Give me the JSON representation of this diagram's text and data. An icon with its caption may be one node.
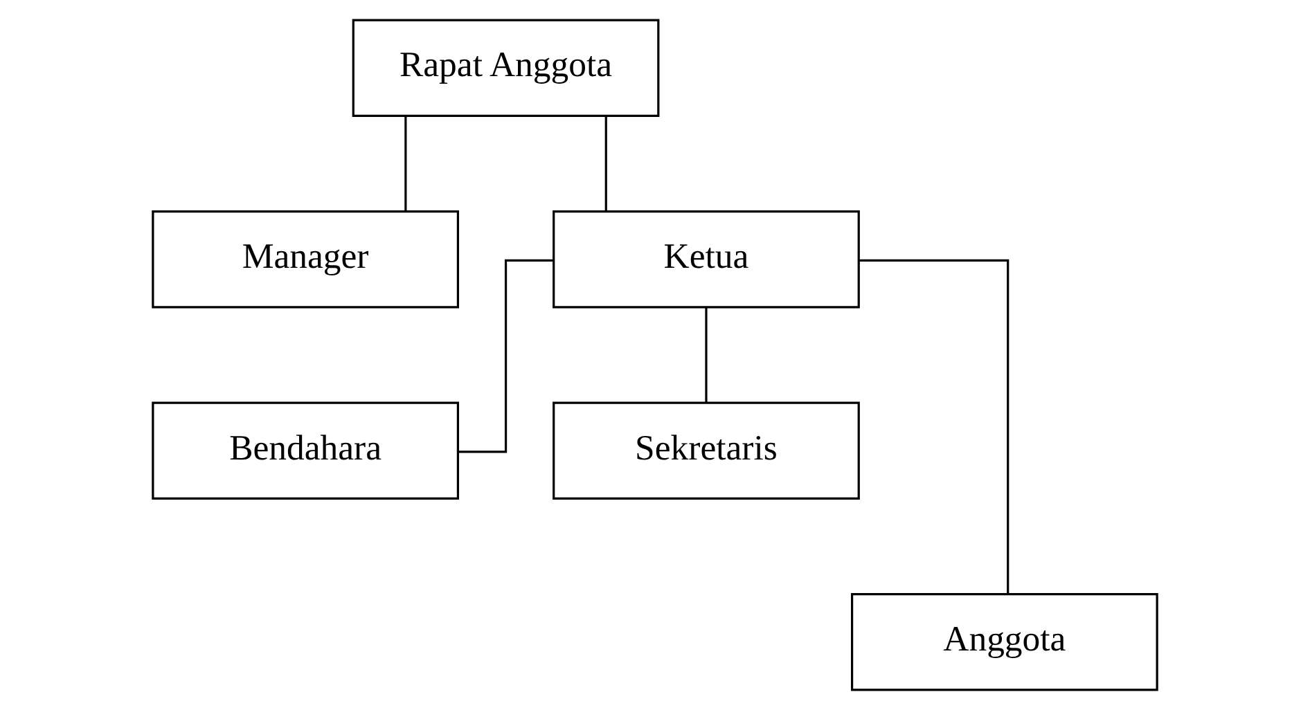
{
  "diagram": {
    "nodes": [
      {
        "text": [
          "Rapat Anggota"
        ]
      },
      {
        "text": [
          "Manager"
        ]
      },
      {
        "text": [
          "Ketua"
        ]
      },
      {
        "text": [
          "Bendahara"
        ]
      },
      {
        "text": [
          "Sekretaris"
        ]
      },
      {
        "text": [
          "Anggota"
        ]
      }
    ],
    "edges": [
      {
        "from": 0,
        "to": 1,
        "arrow": "none"
      },
      {
        "from": 0,
        "to": 2,
        "arrow": "none"
      },
      {
        "from": 2,
        "to": 3,
        "arrow": "none"
      },
      {
        "from": 2,
        "to": 5,
        "arrow": "none"
      },
      {
        "from": 2,
        "to": 4,
        "arrow": "none"
      }
    ]
  }
}
